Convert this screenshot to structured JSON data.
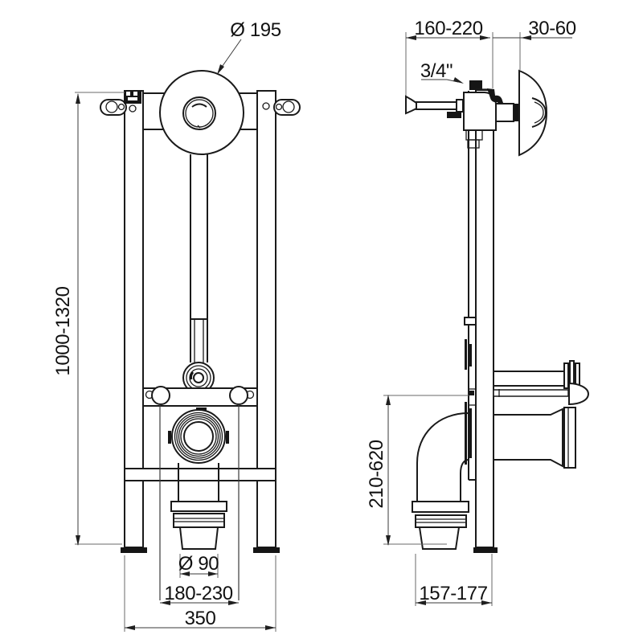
{
  "drawing": {
    "type": "installation-dimension-drawing",
    "background_color": "#ffffff",
    "line_color": "#1a1a1a",
    "dimensions": {
      "flush_plate_diameter": "Ø 195",
      "frame_height": "1000-1320",
      "depth_adjustment": "160-220",
      "wall_thickness": "30-60",
      "water_inlet": "3/4\"",
      "outlet_height": "210-620",
      "outlet_diameter": "Ø 90",
      "fixing_centres": "180-230",
      "frame_width": "350",
      "base_depth": "157-177"
    }
  }
}
